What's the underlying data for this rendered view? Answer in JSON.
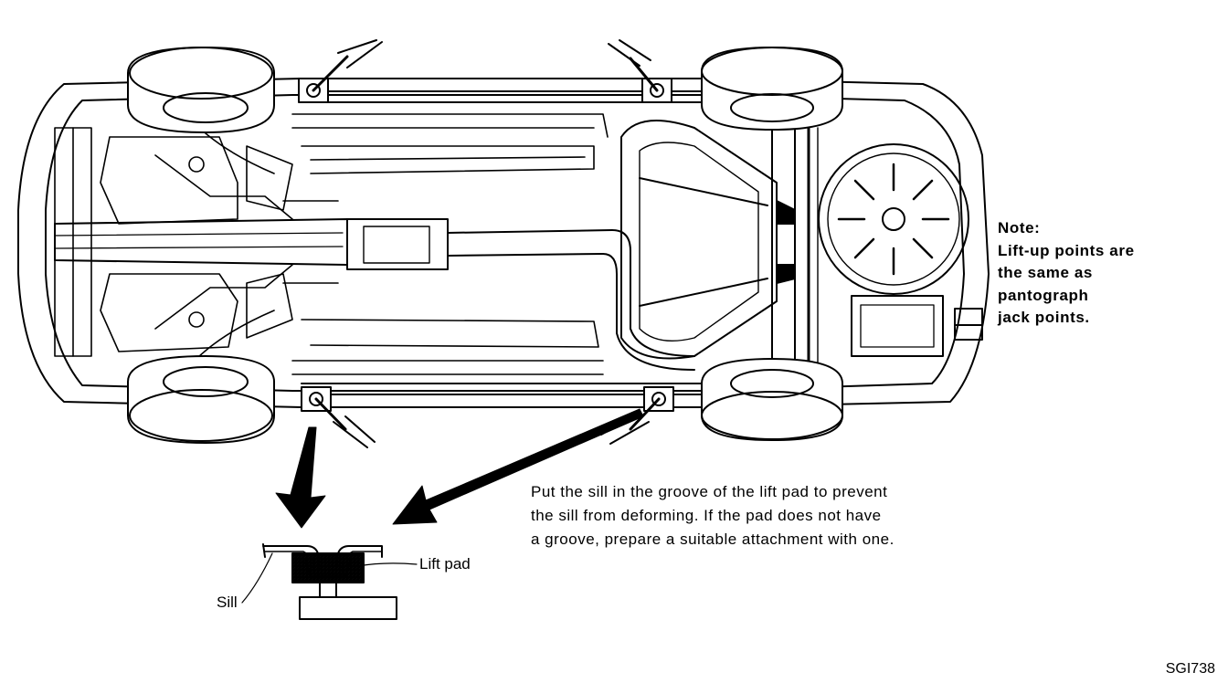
{
  "note": {
    "title": "Note:",
    "lines": [
      "Lift-up points are",
      "the same as",
      "pantograph",
      "jack points."
    ]
  },
  "instruction": {
    "lines": [
      "Put the sill in the groove of the lift pad to prevent",
      "the sill from deforming.  If the pad does not have",
      "a groove, prepare a suitable attachment with one."
    ]
  },
  "labels": {
    "sill": "Sill",
    "lift_pad": "Lift pad"
  },
  "figure_code": "SGI738"
}
